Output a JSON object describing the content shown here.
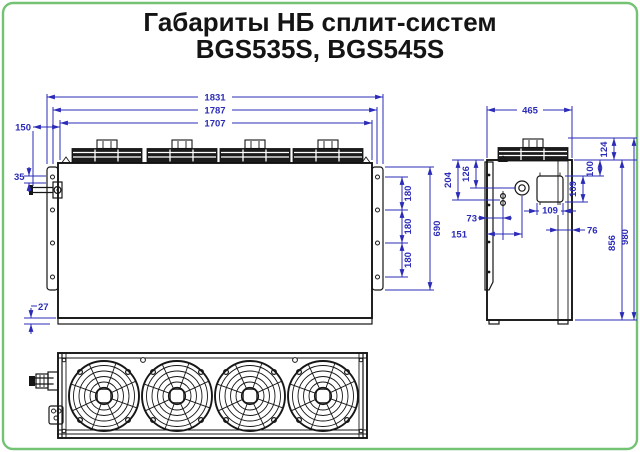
{
  "title": {
    "line1": "Габариты НБ сплит-систем",
    "line2": "BGS535S, BGS545S"
  },
  "colors": {
    "dimension_blue": "#2b2bb8",
    "drawing_black": "#161616",
    "frame_green": "#74c274"
  },
  "front": {
    "d1831": "1831",
    "d1787": "1787",
    "d1707": "1707",
    "d150": "150",
    "d35": "35",
    "d180a": "180",
    "d180b": "180",
    "d180c": "180",
    "d690": "690",
    "d27": "27"
  },
  "side": {
    "d465": "465",
    "d204": "204",
    "d126": "126",
    "d73": "73",
    "d151": "151",
    "d109w": "109",
    "d76": "76",
    "d109h": "109",
    "d100": "100",
    "d124": "124",
    "d856": "856",
    "d980": "980"
  },
  "bottom": {
    "fan_count": 4
  }
}
